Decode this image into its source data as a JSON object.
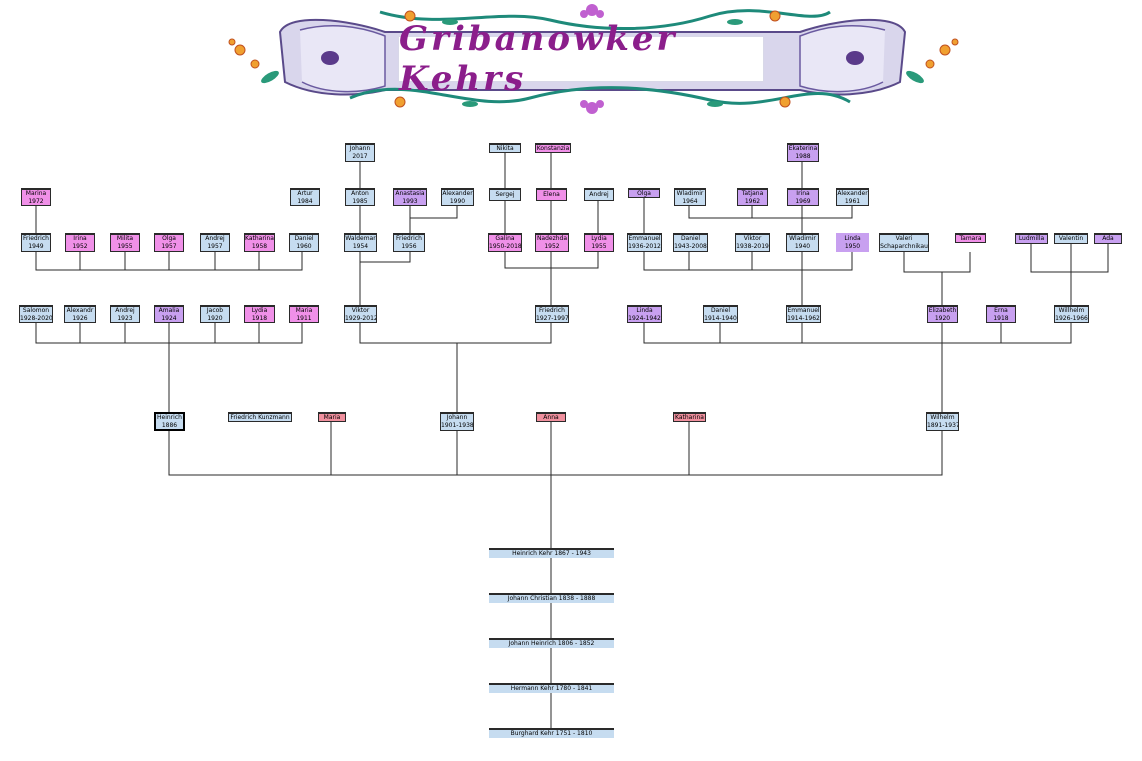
{
  "title": "Gribanowker  Kehrs",
  "colors": {
    "male": "#c6dcf0",
    "female": "#f090e8",
    "purple": "#c8a0f0",
    "rose": "#f0909e",
    "line": "#2a2a2a"
  },
  "gen5": {
    "johann_2017": {
      "name": "Johann",
      "year": "2017"
    },
    "nikita": {
      "name": "Nikita"
    },
    "konstanzia": {
      "name": "Konstanzia"
    },
    "ekaterina_1988": {
      "name": "Ekaterina",
      "year": "1988"
    }
  },
  "gen4": {
    "marina_1972": {
      "name": "Marina",
      "year": "1972"
    },
    "artur_1984": {
      "name": "Artur",
      "year": "1984"
    },
    "anton_1985": {
      "name": "Anton",
      "year": "1985"
    },
    "anastasia_1993": {
      "name": "Anastasia",
      "year": "1993"
    },
    "alexander_1990": {
      "name": "Alexander",
      "year": "1990"
    },
    "sergej": {
      "name": "Sergej"
    },
    "elena": {
      "name": "Elena"
    },
    "andrej": {
      "name": "Andrej"
    },
    "olga": {
      "name": "Olga"
    },
    "wladimir_1964": {
      "name": "Wladimir",
      "year": "1964"
    },
    "tatjana_1962": {
      "name": "Tatjana",
      "year": "1962"
    },
    "irina_1969": {
      "name": "Irina",
      "year": "1969"
    },
    "alexander_1961": {
      "name": "Alexander",
      "year": "1961"
    }
  },
  "gen3": {
    "friedrich_1949": {
      "name": "Friedrich",
      "year": "1949"
    },
    "irina_1952": {
      "name": "Irina",
      "year": "1952"
    },
    "milita_1955": {
      "name": "Milita",
      "year": "1955"
    },
    "olga_1957": {
      "name": "Olga",
      "year": "1957"
    },
    "andrej_1957": {
      "name": "Andrej",
      "year": "1957"
    },
    "katharina_1958": {
      "name": "Katharina",
      "year": "1958"
    },
    "daniel_1960": {
      "name": "Daniel",
      "year": "1960"
    },
    "waldemar_1954": {
      "name": "Waldemar",
      "year": "1954"
    },
    "friedrich_1956": {
      "name": "Friedrich",
      "year": "1956"
    },
    "galina": {
      "name": "Galina",
      "year": "1950-2018"
    },
    "nadezhda": {
      "name": "Nadezhda",
      "year": "1952"
    },
    "lydia_1955": {
      "name": "Lydia",
      "year": "1955"
    },
    "emmanuel_1936": {
      "name": "Emmanuel",
      "year": "1936-2012"
    },
    "daniel_1943": {
      "name": "Daniel",
      "year": "1943-2008"
    },
    "viktor_1938": {
      "name": "Viktor",
      "year": "1938-2019"
    },
    "wladimir_1940": {
      "name": "Wladimir",
      "year": "1940"
    },
    "linda_1950": {
      "name": "Linda",
      "year": "1950"
    },
    "valeri": {
      "name": "Valeri",
      "year": "Schaparchnikau"
    },
    "tamara": {
      "name": "Tamara"
    },
    "ludmilla": {
      "name": "Ludmilla"
    },
    "valentin": {
      "name": "Valentin"
    },
    "ada": {
      "name": "Ada"
    }
  },
  "gen2": {
    "salomon": {
      "name": "Salomon",
      "year": "1928-2020"
    },
    "alexandr_1926": {
      "name": "Alexandr",
      "year": "1926"
    },
    "andrej_1923": {
      "name": "Andrej",
      "year": "1923"
    },
    "amalia_1924": {
      "name": "Amalia",
      "year": "1924"
    },
    "jacob_1920": {
      "name": "Jacob",
      "year": "1920"
    },
    "lydia_1918": {
      "name": "Lydia",
      "year": "1918"
    },
    "maria_1911": {
      "name": "Maria",
      "year": "1911"
    },
    "viktor_1929": {
      "name": "Viktor",
      "year": "1929-2012"
    },
    "friedrich_1927": {
      "name": "Friedrich",
      "year": "1927-1997"
    },
    "linda_1924": {
      "name": "Linda",
      "year": "1924-1942"
    },
    "daniel_1914": {
      "name": "Daniel",
      "year": "1914-1940"
    },
    "emmanuel_1914": {
      "name": "Emmanuel",
      "year": "1914-1962"
    },
    "elizabeth_1920": {
      "name": "Elizabeth",
      "year": "1920"
    },
    "erna_1918": {
      "name": "Erna",
      "year": "1918"
    },
    "willhelm_1926": {
      "name": "Willhelm",
      "year": "1926-1966"
    }
  },
  "gen1": {
    "heinrich_1886": {
      "name": "Heinrich",
      "year": "1886"
    },
    "friedrich_kunzmann": {
      "name": "Friedrich Kunzmann"
    },
    "maria": {
      "name": "Maria"
    },
    "johann_1901": {
      "name": "Johann",
      "year": "1901-1938"
    },
    "anna": {
      "name": "Anna"
    },
    "katharina": {
      "name": "Katharina"
    },
    "wilhelm_1891": {
      "name": "Wilhelm",
      "year": "1891-1937"
    }
  },
  "lineage": [
    {
      "label": "Heinrich Kehr 1867 - 1943"
    },
    {
      "label": "Johann Christian 1838 - 1888"
    },
    {
      "label": "Johann Heinrich 1806 - 1852"
    },
    {
      "label": "Hermann Kehr 1780 - 1841"
    },
    {
      "label": "Burghard Kehr 1751 - 1810"
    }
  ]
}
